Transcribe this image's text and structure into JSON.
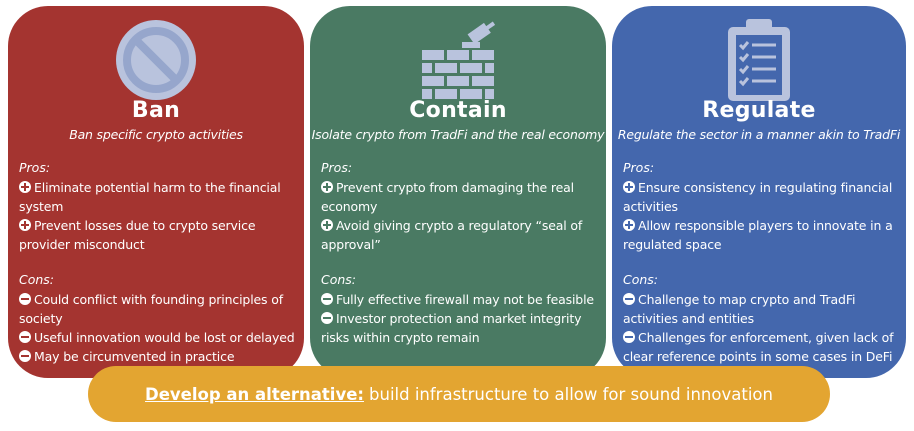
{
  "cards": [
    {
      "title": "Ban",
      "subtitle": "Ban specific crypto activities",
      "icon": "prohibition-icon",
      "color": "#a43430",
      "pros_label": "Pros:",
      "pros": [
        "Eliminate potential harm to the financial system",
        "Prevent losses due to crypto service provider misconduct"
      ],
      "cons_label": "Cons:",
      "cons": [
        "Could conflict with founding principles of society",
        "Useful innovation would be lost or delayed",
        "May be circumvented in practice"
      ]
    },
    {
      "title": "Contain",
      "subtitle": "Isolate crypto from TradFi and the real economy",
      "icon": "brick-wall-icon",
      "color": "#4a7a63",
      "pros_label": "Pros:",
      "pros": [
        "Prevent crypto from damaging the real economy",
        "Avoid giving crypto a regulatory “seal of approval”"
      ],
      "cons_label": "Cons:",
      "cons": [
        "Fully effective firewall may not be feasible",
        "Investor protection and market integrity risks within crypto remain"
      ]
    },
    {
      "title": "Regulate",
      "subtitle": "Regulate the sector in a manner akin to TradFi",
      "icon": "clipboard-checklist-icon",
      "color": "#4467ad",
      "pros_label": "Pros:",
      "pros": [
        "Ensure consistency in regulating financial activities",
        "Allow responsible players to innovate in a regulated space"
      ],
      "cons_label": "Cons:",
      "cons": [
        "Challenge to map crypto and TradFi activities and entities",
        "Challenges for enforcement, given lack of clear reference points in some cases in DeFi"
      ]
    }
  ],
  "banner": {
    "lead": "Develop an alternative:",
    "text": "build infrastructure to allow for sound innovation",
    "color": "#e3a531"
  }
}
